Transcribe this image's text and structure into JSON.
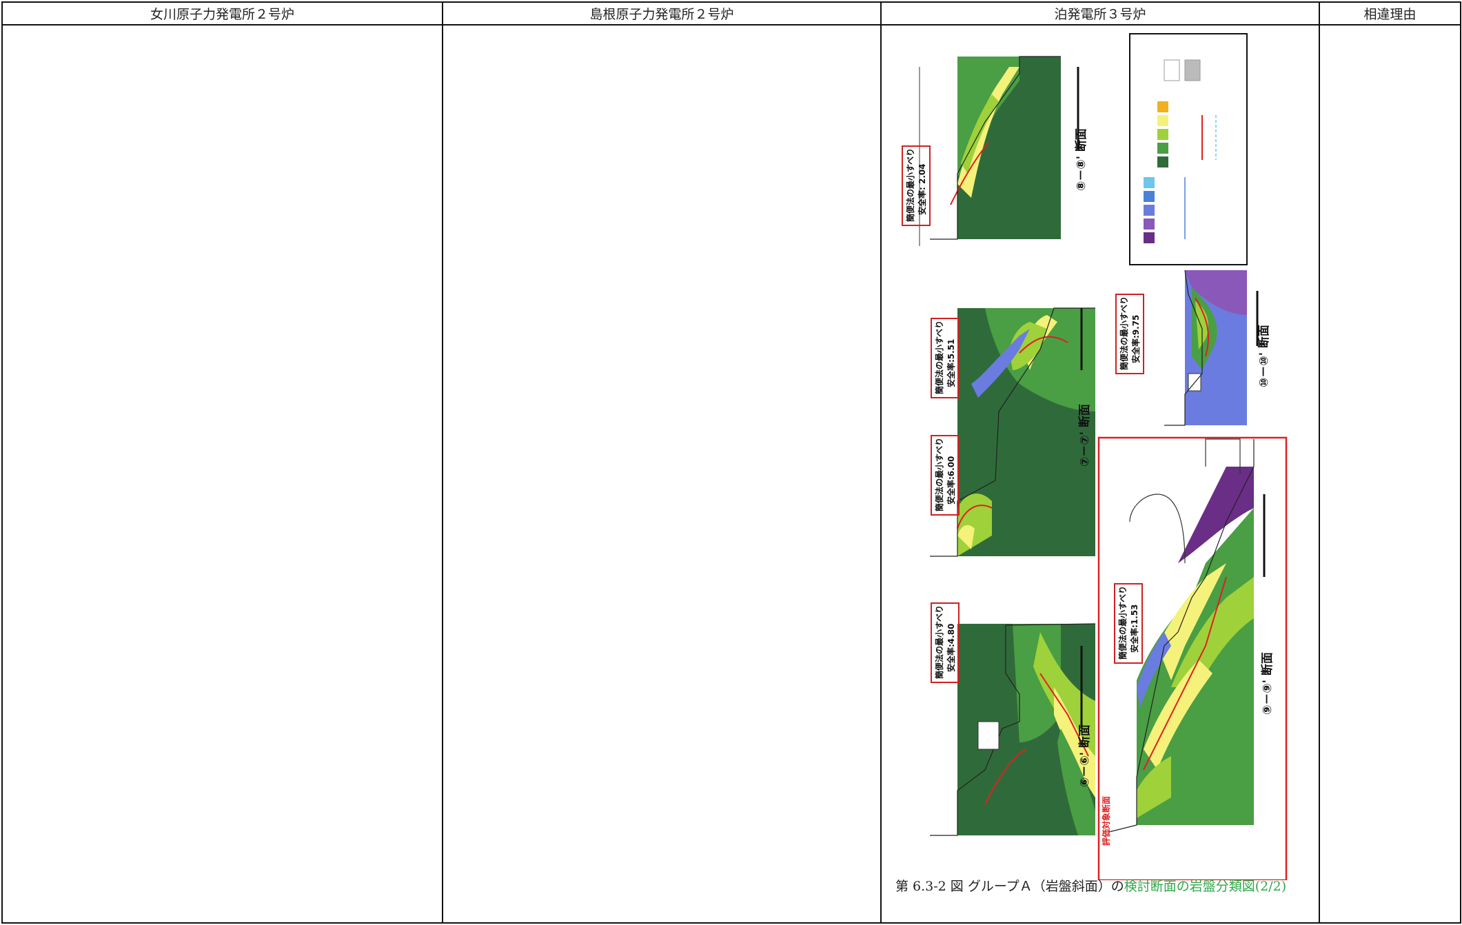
{
  "headers": [
    "女川原子力発電所２号炉",
    "島根原子力発電所２号炉",
    "泊発電所３号炉",
    "相違理由"
  ],
  "figure": {
    "caption_main": "第 6.3-2 図 グループＡ（岩盤斜面）の",
    "caption_green": "検討断面の岩盤分類図(2/2)",
    "sections": [
      {
        "title": "⑥－⑥' 断面",
        "factor_label": "簡便法の最小すべり",
        "factor_value": "安全率:4.80"
      },
      {
        "title": "⑦－⑦' 断面",
        "factor_label": "簡便法の最小すべり",
        "factor_value": "安全率:6.00"
      },
      {
        "title": "⑦－⑦' 断面",
        "factor_label": "簡便法の最小すべり",
        "factor_value": "安全率:5.51"
      },
      {
        "title": "⑧－⑧' 断面",
        "factor_label": "簡便法の最小すべり",
        "factor_value": "安全率: 2.04"
      },
      {
        "title": "⑨－⑨' 断面",
        "factor_label": "簡便法の最小すべり",
        "factor_value": "安全率:1.53"
      },
      {
        "title": "⑩－⑩' 断面",
        "factor_label": "簡便法の最小すべり",
        "factor_value": "安全率:9.75"
      }
    ],
    "eval_label": "評価対象断面",
    "colors": {
      "dark_green": "#2f6b3a",
      "mid_green": "#4a9e44",
      "light_green": "#9ed13a",
      "yellow": "#f4f27a",
      "orange": "#f0b020",
      "purple_dark": "#6a2e86",
      "purple": "#8a58b8",
      "blue": "#6a7ce0",
      "light_blue": "#6ec6ea",
      "red": "#e02020"
    }
  }
}
